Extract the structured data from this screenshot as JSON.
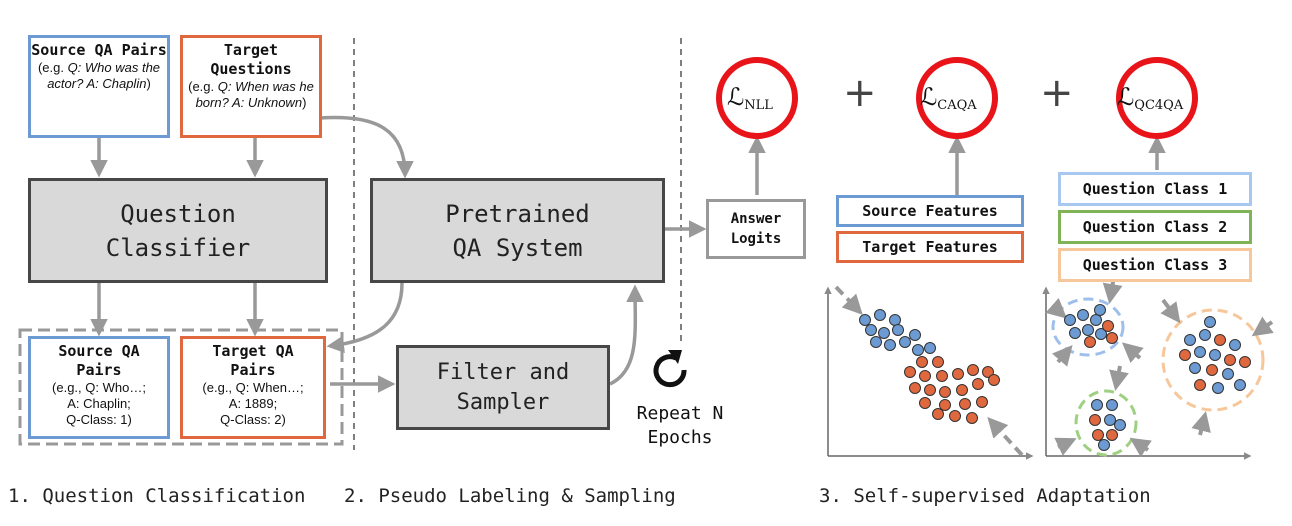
{
  "stage1": {
    "source_box": {
      "title": "Source QA Pairs",
      "line1": "(e.g. ",
      "q": "Q: Who was the actor? A: Chaplin",
      "close": ")"
    },
    "target_box": {
      "title": "Target Questions",
      "line1": "(e.g. ",
      "q": "Q: When was he born? A: Unknown",
      "close": ")"
    },
    "classifier": {
      "line1": "Question",
      "line2": "Classifier"
    },
    "source_pairs": {
      "title1": "Source QA",
      "title2": "Pairs",
      "d1": "(e.g., Q: Who…;",
      "d2": "A: Chaplin;",
      "d3": "Q-Class: 1)"
    },
    "target_pairs": {
      "title1": "Target QA",
      "title2": "Pairs",
      "d1": "(e.g., Q: When…;",
      "d2": "A: 1889;",
      "d3": "Q-Class: 2)"
    }
  },
  "stage2": {
    "qa_system": {
      "line1": "Pretrained",
      "line2": "QA System"
    },
    "filter": {
      "line1": "Filter and",
      "line2": "Sampler"
    },
    "repeat": {
      "line1": "Repeat N",
      "line2": "Epochs"
    }
  },
  "stage3": {
    "answer_logits": {
      "line1": "Answer",
      "line2": "Logits"
    },
    "losses": {
      "nll_main": "ℒ",
      "nll_sub": "NLL",
      "caqa_main": "ℒ",
      "caqa_sub": "CAQA",
      "qc_main": "ℒ",
      "qc_sub": "QC4QA"
    },
    "plus": "+",
    "source_features": "Source Features",
    "target_features": "Target Features",
    "class1": "Question Class 1",
    "class2": "Question Class 2",
    "class3": "Question Class 3"
  },
  "sections": {
    "s1": "1. Question Classification",
    "s2": "2. Pseudo Labeling & Sampling",
    "s3": "3. Self-supervised Adaptation"
  },
  "colors": {
    "source": "#6b9bd2",
    "target": "#e0683f",
    "arrow": "#999999",
    "loss_ring": "#e8141a"
  }
}
